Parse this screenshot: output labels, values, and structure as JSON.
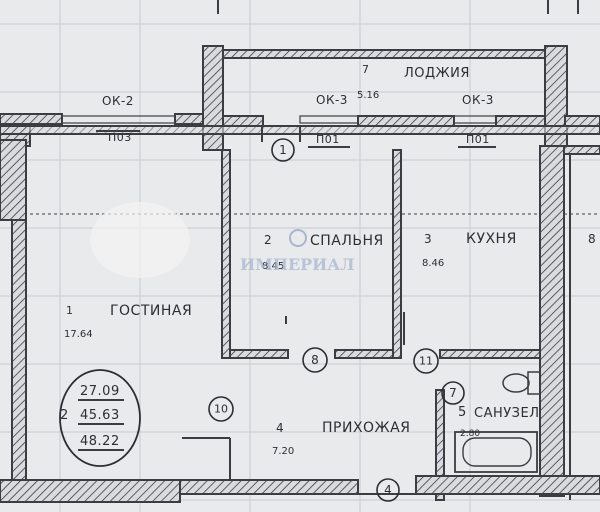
{
  "rooms": {
    "loggia": {
      "number": "7",
      "name": "ЛОДЖИЯ",
      "area": "5.16"
    },
    "living": {
      "number": "1",
      "name": "ГОСТИНАЯ",
      "area": "17.64"
    },
    "bedroom": {
      "number": "2",
      "name": "СПАЛЬНЯ",
      "area": "8.45"
    },
    "kitchen": {
      "number": "3",
      "name": "КУХНЯ",
      "area": "8.46"
    },
    "hall": {
      "number": "4",
      "name": "ПРИХОЖАЯ",
      "area": "7.20"
    },
    "bathroom": {
      "number": "5",
      "name": "САНУЗЕЛ",
      "area": "2.80"
    },
    "partial_right": {
      "number": "8"
    }
  },
  "openings": {
    "ok2": "ОК-2",
    "ok3_left": "ОК-3",
    "ok3_right": "ОК-3",
    "p03": "П03",
    "p01_left": "П01",
    "p01_right": "П01"
  },
  "markers": {
    "m1": "1",
    "m4": "4",
    "m7": "7",
    "m8": "8",
    "m10": "10",
    "m11": "11"
  },
  "summary": {
    "room_count": "2",
    "living_area": "27.09",
    "area_without_loggia": "45.63",
    "total_area": "48.22"
  },
  "watermark": "ИМПЕРИАЛ",
  "colors": {
    "ink": "#2b2e33",
    "paper": "#e9eaec",
    "watermark": "#a9b6cf"
  }
}
